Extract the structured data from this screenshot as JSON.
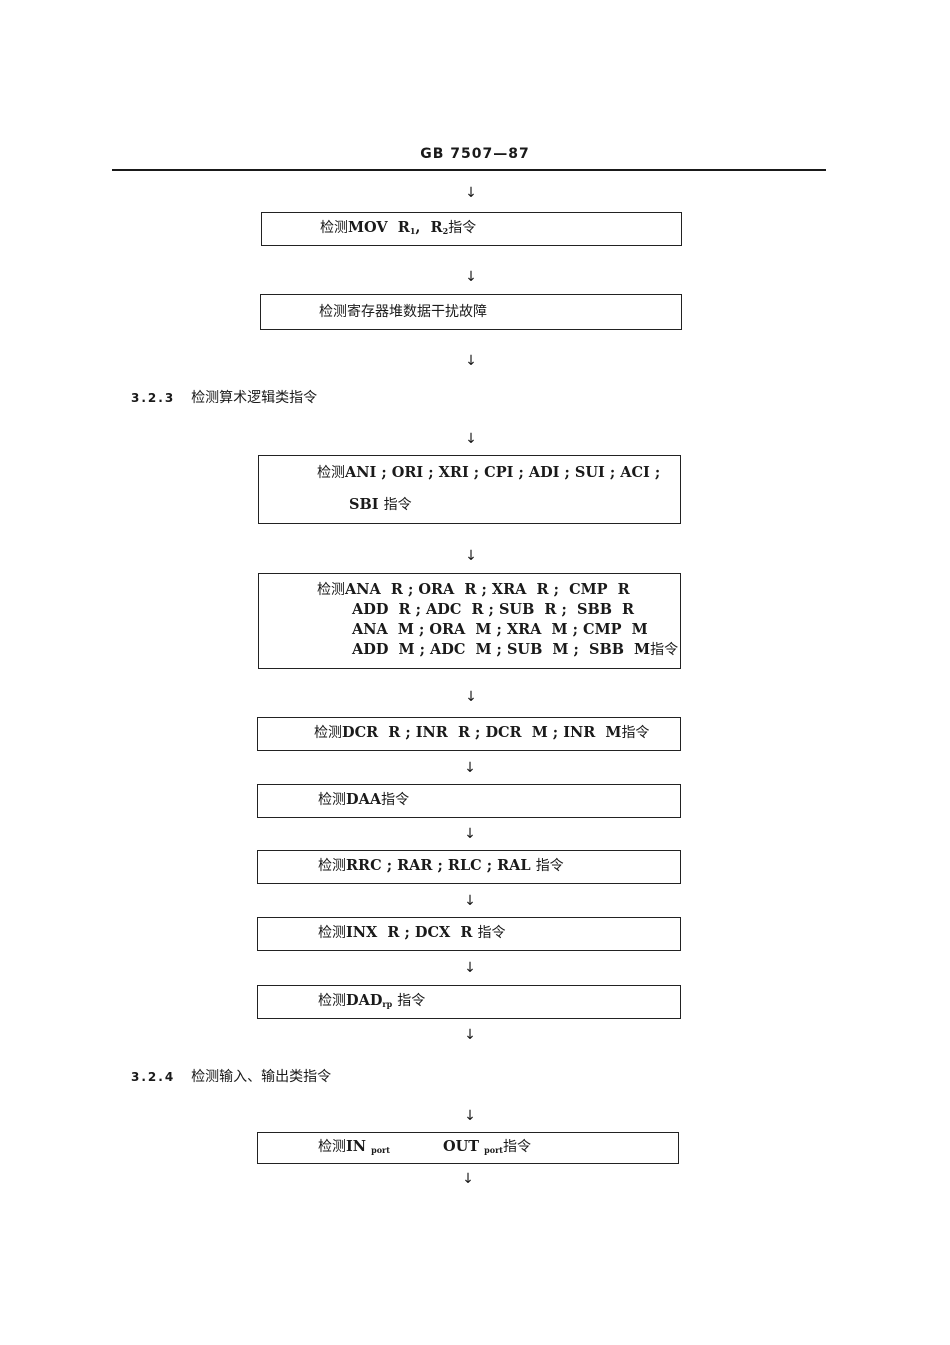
{
  "header": {
    "title": "GB 7507—87"
  },
  "sections": [
    {
      "number": "3.2.3",
      "title": "检测算术逻辑类指令"
    },
    {
      "number": "3.2.4",
      "title": "检测输入、输出类指令"
    }
  ],
  "boxes": {
    "mov": {
      "prefix": "检测",
      "text": "MOV  R",
      "sub1": "1",
      "mid": ",  R",
      "sub2": "2",
      "suffix": "指令"
    },
    "regfile": {
      "text": "检测寄存器堆数据干扰故障"
    },
    "imm": {
      "prefix": "检测",
      "line1": "ANI ; ORI ; XRI ; CPI ; ADI ; SUI ; ACI ;",
      "line2": "SBI",
      "suffix": "指令"
    },
    "arith": {
      "prefix": "检测",
      "line1": "ANA  R ; ORA  R ; XRA  R ;  CMP  R",
      "line2": "ADD  R ; ADC  R ; SUB  R ;  SBB  R",
      "line3": "ANA  M ; ORA  M ; XRA  M ; CMP  M",
      "line4": "ADD  M ; ADC  M ; SUB  M ;  SBB  M",
      "suffix": "指令"
    },
    "incdec": {
      "prefix": "检测",
      "text": "DCR  R ; INR  R ; DCR  M ; INR  M",
      "suffix": "指令"
    },
    "daa": {
      "prefix": "检测",
      "text": "DAA",
      "suffix": "指令"
    },
    "rotate": {
      "prefix": "检测",
      "text": "RRC ; RAR ; RLC ; RAL",
      "suffix": "指令"
    },
    "inx": {
      "prefix": "检测",
      "text": "INX  R ; DCX  R",
      "suffix": "指令"
    },
    "dad": {
      "prefix": "检测",
      "text": "DAD",
      "sub": "rp",
      "suffix": "指令"
    },
    "io": {
      "prefix": "检测",
      "in": "IN",
      "in_sub": "port",
      "out": "OUT",
      "out_sub": "port",
      "suffix": "指令"
    }
  },
  "arrow_glyph": "↓"
}
